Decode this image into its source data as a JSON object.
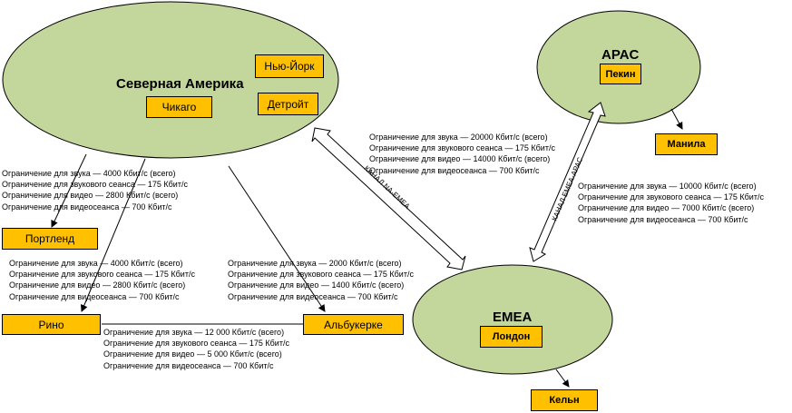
{
  "regions": {
    "north_america": {
      "title": "Северная Америка"
    },
    "apac": {
      "title": "APAC"
    },
    "emea": {
      "title": "EMEA"
    }
  },
  "sites": {
    "chicago": "Чикаго",
    "new_york": "Нью-Йорк",
    "detroit": "Детройт",
    "beijing": "Пекин",
    "manila": "Манила",
    "london": "Лондон",
    "cologne": "Кельн",
    "portland": "Портленд",
    "reno": "Рино",
    "albuquerque": "Альбукерке"
  },
  "links": {
    "na_emea": "КАНАЛ NA-EMEA",
    "emea_apac": "КАНАЛ EMEA-APAC"
  },
  "limits": {
    "na_portland": [
      "Ограничение для звука — 4000 Кбит/с (всего)",
      "Ограничение для звукового сеанса — 175 Кбит/с",
      "Ограничение для видео — 2800 Кбит/с (всего)",
      "Ограничение для видеосеанса — 700 Кбит/с"
    ],
    "na_reno": [
      "Ограничение для звука — 4000 Кбит/с (всего)",
      "Ограничение для звукового сеанса — 175 Кбит/с",
      "Ограничение для видео — 2800 Кбит/с (всего)",
      "Ограничение для видеосеанса — 700 Кбит/с"
    ],
    "na_albuquerque": [
      "Ограничение для звука — 2000 Кбит/с (всего)",
      "Ограничение для звукового сеанса — 175 Кбит/с",
      "Ограничение для видео — 1400 Кбит/с (всего)",
      "Ограничение для видеосеанса — 700 Кбит/с"
    ],
    "reno_albuquerque": [
      "Ограничение для звука — 12 000 Кбит/с (всего)",
      "Ограничение для звукового сеанса — 175 Кбит/с",
      "Ограничение для видео — 5 000 Кбит/с (всего)",
      "Ограничение для видеосеанса — 700 Кбит/с"
    ],
    "na_emea": [
      "Ограничение для звука — 20000 Кбит/с (всего)",
      "Ограничение для звукового сеанса — 175 Кбит/с",
      "Ограничение для видео — 14000 Кбит/с (всего)",
      "Ограничение для видеосеанса — 700 Кбит/с"
    ],
    "emea_apac": [
      "Ограничение для звука — 10000 Кбит/с (всего)",
      "Ограничение для звукового сеанса — 175 Кбит/с",
      "Ограничение для видео — 7000 Кбит/с (всего)",
      "Ограничение для видеосеанса — 700 Кбит/с"
    ]
  },
  "colors": {
    "region_fill": "#c3d69b",
    "site_fill": "#ffc000"
  }
}
